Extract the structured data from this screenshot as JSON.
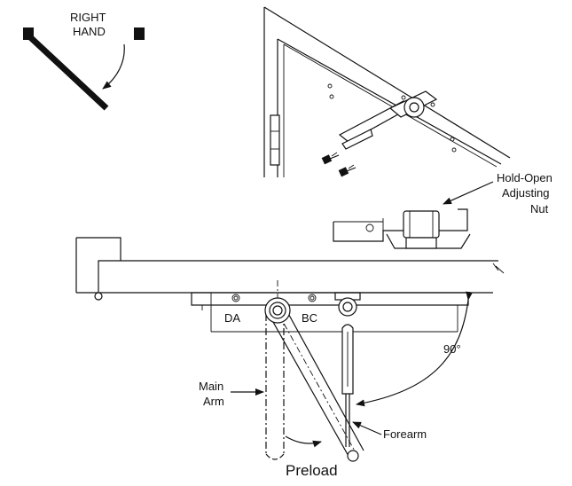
{
  "labels": {
    "handing_line1": "RIGHT",
    "handing_line2": "HAND",
    "hold_open_line1": "Hold-Open",
    "hold_open_line2": "Adjusting",
    "hold_open_line3": "Nut",
    "da": "DA",
    "bc": "BC",
    "angle": "90°",
    "main_arm_line1": "Main",
    "main_arm_line2": "Arm",
    "forearm": "Forearm",
    "preload": "Preload"
  }
}
